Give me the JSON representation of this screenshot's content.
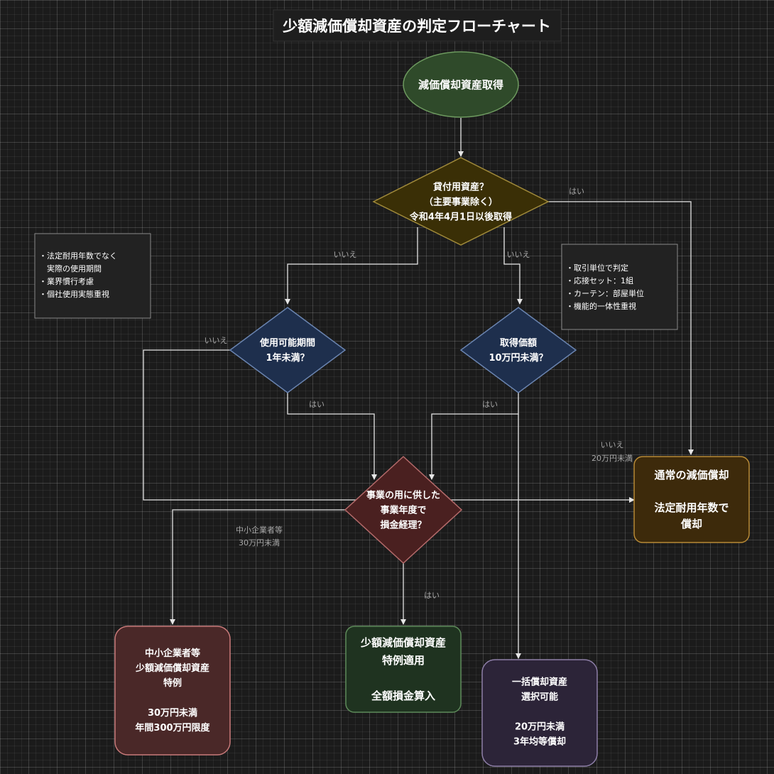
{
  "title": "少額減価償却資産の判定フローチャート",
  "nodes": {
    "start": {
      "lines": [
        "減価償却資産取得"
      ],
      "fill": "#2f4a2a",
      "stroke": "#6d9a5f"
    },
    "q_lease": {
      "lines": [
        "貸付用資産？",
        "（主要事業除く）",
        "令和4年4月1日以後取得"
      ],
      "fill": "#3a2f06",
      "stroke": "#a08a3a"
    },
    "q_period": {
      "lines": [
        "使用可能期間",
        "1年未満？"
      ],
      "fill": "#1e2f4d",
      "stroke": "#6a84b0"
    },
    "q_price": {
      "lines": [
        "取得価額",
        "10万円未満？"
      ],
      "fill": "#1e2f4d",
      "stroke": "#6a84b0"
    },
    "q_business": {
      "lines": [
        "事業の用に供した",
        "事業年度で",
        "損金経理？"
      ],
      "fill": "#4a2020",
      "stroke": "#b46a6a"
    },
    "normal": {
      "lines": [
        "通常の減価償却",
        "",
        "法定耐用年数で",
        "償却"
      ],
      "fill": "#3d2a0b",
      "stroke": "#b88a36"
    },
    "sme": {
      "lines": [
        "中小企業者等",
        "少額減価償却資産",
        "特例",
        "",
        "30万円未満",
        "年間300万円限度"
      ],
      "fill": "#4a2828",
      "stroke": "#c97a7a"
    },
    "special": {
      "lines": [
        "少額減価償却資産",
        "特例適用",
        "",
        "全額損金算入"
      ],
      "fill": "#1f3320",
      "stroke": "#5e8b5a"
    },
    "lump": {
      "lines": [
        "一括償却資産",
        "選択可能",
        "",
        "20万円未満",
        "3年均等償却"
      ],
      "fill": "#2c2438",
      "stroke": "#8e7fa8"
    }
  },
  "notes": {
    "left": [
      "・法定耐用年数でなく",
      "　実際の使用期間",
      "・業界慣行考慮",
      "・個社使用実態重視"
    ],
    "right": [
      "・取引単位で判定",
      "・応接セット：1組",
      "・カーテン：部屋単位",
      "・機能的一体性重視"
    ]
  },
  "edge_labels": {
    "lease_yes": "はい",
    "lease_no_left": "いいえ",
    "lease_no_right": "いいえ",
    "period_no": "いいえ",
    "period_yes": "はい",
    "price_yes": "はい",
    "price_no_20": [
      "いいえ",
      "20万円未満"
    ],
    "business_sme": [
      "中小企業者等",
      "30万円未満"
    ],
    "business_yes": "はい"
  },
  "colors": {
    "edge": "#e6e6e6",
    "title_bg": "#1e1e1e",
    "note_bg": "#222222",
    "note_stroke": "#8a8a8a"
  }
}
